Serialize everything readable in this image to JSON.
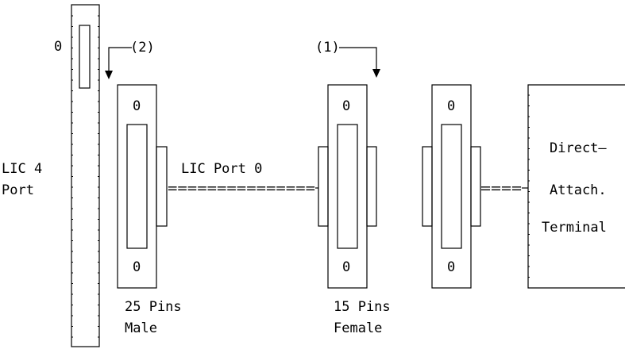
{
  "diagram": {
    "lic_port_zero": "0",
    "lic_label_line1": "LIC 4",
    "lic_label_line2": "Port",
    "callout_2": "(2)",
    "callout_1": "(1)",
    "cable_label": "LIC Port 0",
    "cable_dashes_long": "===============",
    "cable_dashes_short": "====",
    "connector_a": {
      "top_pin": "0",
      "bottom_pin": "0",
      "label_line1": "25 Pins",
      "label_line2": "Male"
    },
    "connector_b": {
      "top_pin": "0",
      "bottom_pin": "0",
      "label_line1": "15 Pins",
      "label_line2": "Female"
    },
    "connector_c": {
      "top_pin": "0",
      "bottom_pin": "0"
    },
    "terminal": {
      "line1": "Direct—",
      "line2": "Attach.",
      "line3": "Terminal"
    }
  }
}
